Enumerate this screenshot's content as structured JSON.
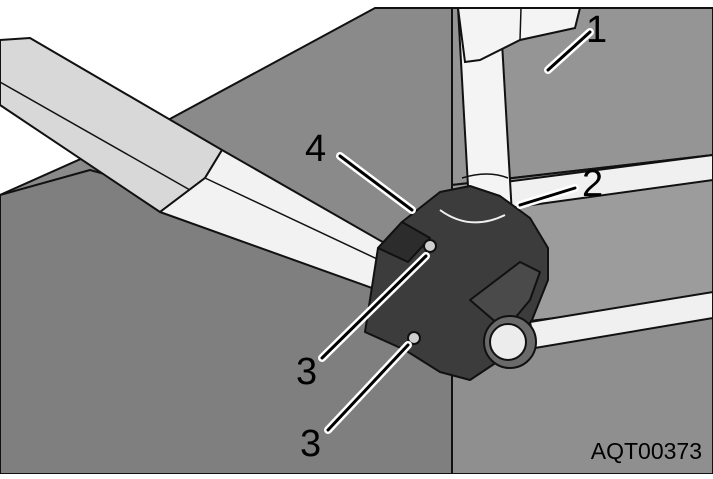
{
  "figure": {
    "callouts": [
      {
        "id": "c1",
        "label": "1"
      },
      {
        "id": "c2",
        "label": "2"
      },
      {
        "id": "c3a",
        "label": "3"
      },
      {
        "id": "c3b",
        "label": "3"
      },
      {
        "id": "c4",
        "label": "4"
      }
    ],
    "figure_code": "AQT00373",
    "colors": {
      "panel_dark": "#7d7d7d",
      "panel_mid": "#8e8e8e",
      "panel_light": "#9a9a9a",
      "tube": "#f2f2f2",
      "clamp": "#3a3a3a",
      "outline": "#111111"
    }
  }
}
